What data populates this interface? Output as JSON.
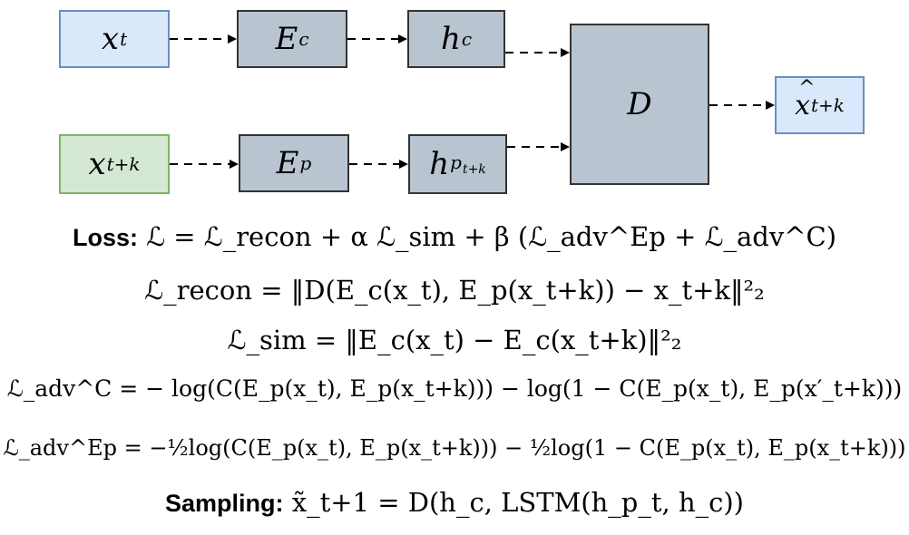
{
  "nodes": {
    "x_t": "x",
    "x_t_sub": "t",
    "x_tk": "x",
    "x_tk_sub": "t+k",
    "E_c": "E",
    "E_c_sub": "c",
    "E_p": "E",
    "E_p_sub": "p",
    "h_c": "h",
    "h_c_sub": "c",
    "h_p": "h",
    "h_p_sub": "p",
    "h_p_subsub": "t+k",
    "D": "D",
    "x_hat": "x",
    "x_hat_sub": "t+k"
  },
  "colors": {
    "input_blue": "#dae8fc",
    "input_green": "#d5e8d4",
    "module_gray": "#b8c4d0"
  },
  "equations": {
    "loss_label": "Loss:",
    "loss": "ℒ = ℒ_recon + α ℒ_sim + β (ℒ_adv^Ep + ℒ_adv^C)",
    "recon": "ℒ_recon = ‖D(E_c(x_t), E_p(x_t+k)) − x_t+k‖²₂",
    "sim": "ℒ_sim = ‖E_c(x_t) − E_c(x_t+k)‖²₂",
    "adv_c": "ℒ_adv^C = − log(C(E_p(x_t), E_p(x_t+k))) − log(1 − C(E_p(x_t), E_p(x′_t+k)))",
    "adv_ep": "ℒ_adv^Ep = −½log(C(E_p(x_t), E_p(x_t+k))) − ½log(1 − C(E_p(x_t), E_p(x_t+k)))",
    "sampling_label": "Sampling:",
    "sampling": "x̃_t+1 = D(h_c, LSTM(h_p_t, h_c))"
  }
}
